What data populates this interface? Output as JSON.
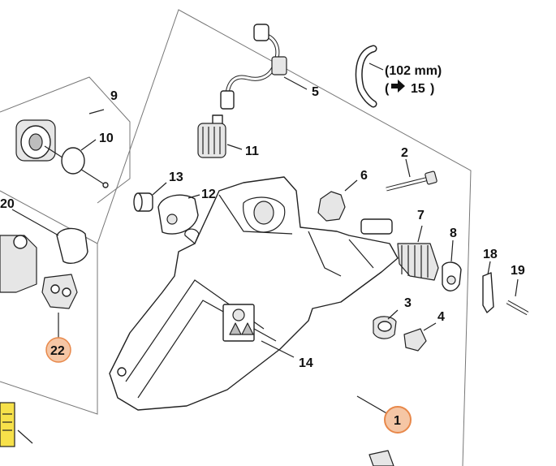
{
  "diagram": {
    "hose_note_length": "(102 mm)",
    "hose_note_ref": "15",
    "labels": {
      "p1": "1",
      "p2": "2",
      "p3": "3",
      "p4": "4",
      "p5": "5",
      "p6": "6",
      "p7": "7",
      "p8": "8",
      "p9": "9",
      "p10": "10",
      "p11": "11",
      "p12": "12",
      "p13": "13",
      "p14": "14",
      "p18": "18",
      "p19": "19",
      "p20": "20",
      "p22": "22"
    },
    "highlight_color": "#f5c6a5",
    "highlight_stroke": "#e8884a",
    "highlighted_items": [
      "1",
      "22"
    ],
    "icons": [
      "arrow-right-icon",
      "warning-triangle-icon",
      "book-icon"
    ]
  }
}
